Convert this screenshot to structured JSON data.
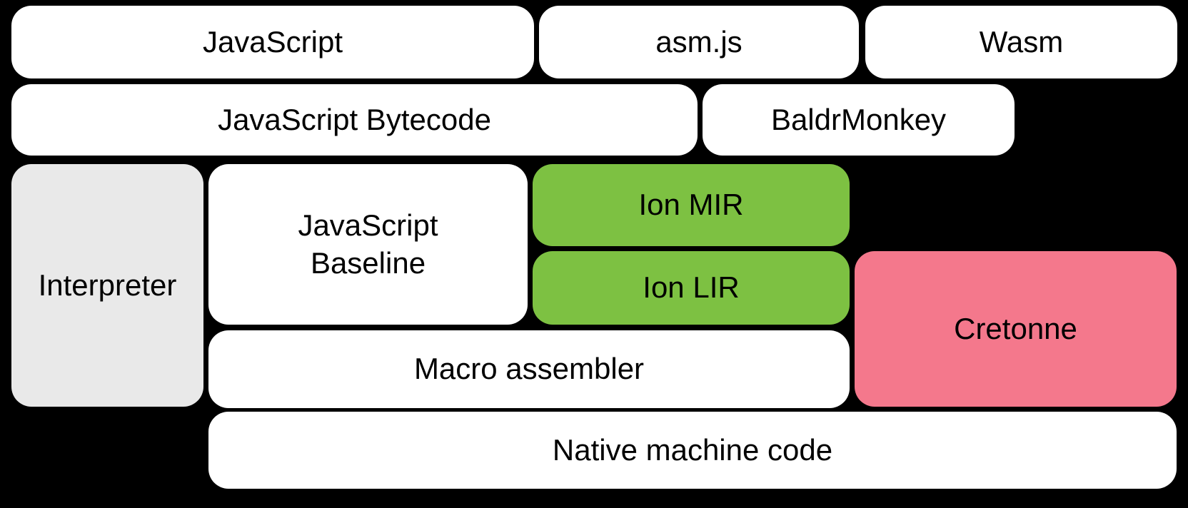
{
  "diagram": {
    "background_color": "#000000",
    "text_color": "#000000",
    "colors": {
      "default_box": "#ffffff",
      "interpreter_gray": "#e9e9e9",
      "ion_green": "#7dc142",
      "cretonne_pink": "#f4788c"
    },
    "boxes": [
      {
        "id": "javascript",
        "label": "JavaScript",
        "color": "#ffffff"
      },
      {
        "id": "asmjs",
        "label": "asm.js",
        "color": "#ffffff"
      },
      {
        "id": "wasm",
        "label": "Wasm",
        "color": "#ffffff"
      },
      {
        "id": "bytecode",
        "label": "JavaScript Bytecode",
        "color": "#ffffff"
      },
      {
        "id": "baldrmonkey",
        "label": "BaldrMonkey",
        "color": "#ffffff"
      },
      {
        "id": "interpreter",
        "label": "Interpreter",
        "color": "#e9e9e9"
      },
      {
        "id": "baseline",
        "label": "JavaScript Baseline",
        "color": "#ffffff"
      },
      {
        "id": "ion-mir",
        "label": "Ion MIR",
        "color": "#7dc142"
      },
      {
        "id": "ion-lir",
        "label": "Ion LIR",
        "color": "#7dc142"
      },
      {
        "id": "cretonne",
        "label": "Cretonne",
        "color": "#f4788c"
      },
      {
        "id": "macro",
        "label": "Macro assembler",
        "color": "#ffffff"
      },
      {
        "id": "native",
        "label": "Native machine code",
        "color": "#ffffff"
      }
    ]
  }
}
